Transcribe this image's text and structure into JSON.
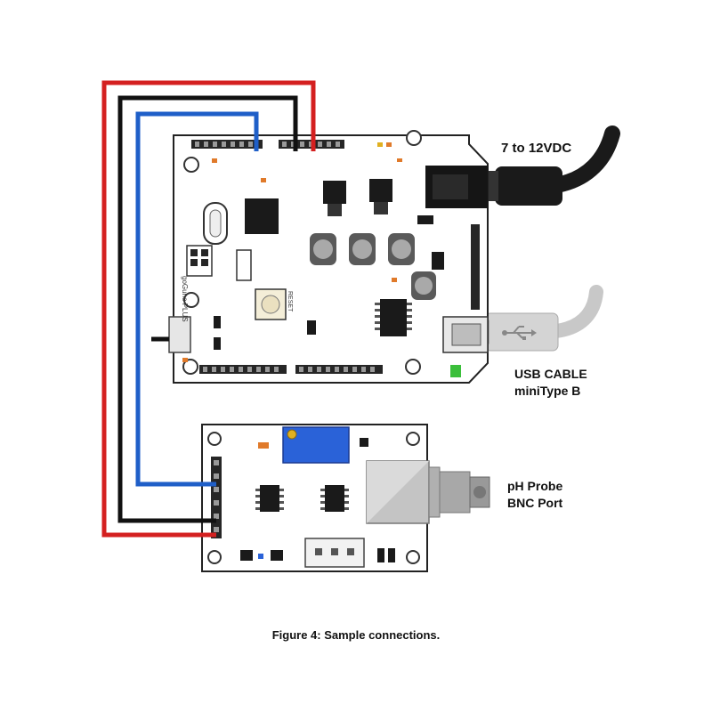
{
  "labels": {
    "power": "7 to 12VDC",
    "usb_line1": "USB CABLE",
    "usb_line2": "miniType B",
    "ph_line1": "pH Probe",
    "ph_line2": "BNC Port"
  },
  "caption": "Figure 4: Sample connections.",
  "main_board": {
    "name": "goGune PLUS",
    "reset_label": "RESET"
  },
  "wire_colors": {
    "red": "#d42020",
    "black": "#111111",
    "blue": "#1f5fc8"
  },
  "board_colors": {
    "outline": "#222222",
    "pcb": "#ffffff",
    "chip": "#1a1a1a",
    "capacitor": "#5a5a5a",
    "header": "#262626",
    "trimmer": "#2a62d8",
    "bnc": "#c4c4c4",
    "usb_cable": "#c8c8c8",
    "power_cable": "#1a1a1a",
    "accent_orange": "#e07a2a",
    "accent_green": "#3bbf3b"
  },
  "icons": [
    "usb-icon"
  ]
}
